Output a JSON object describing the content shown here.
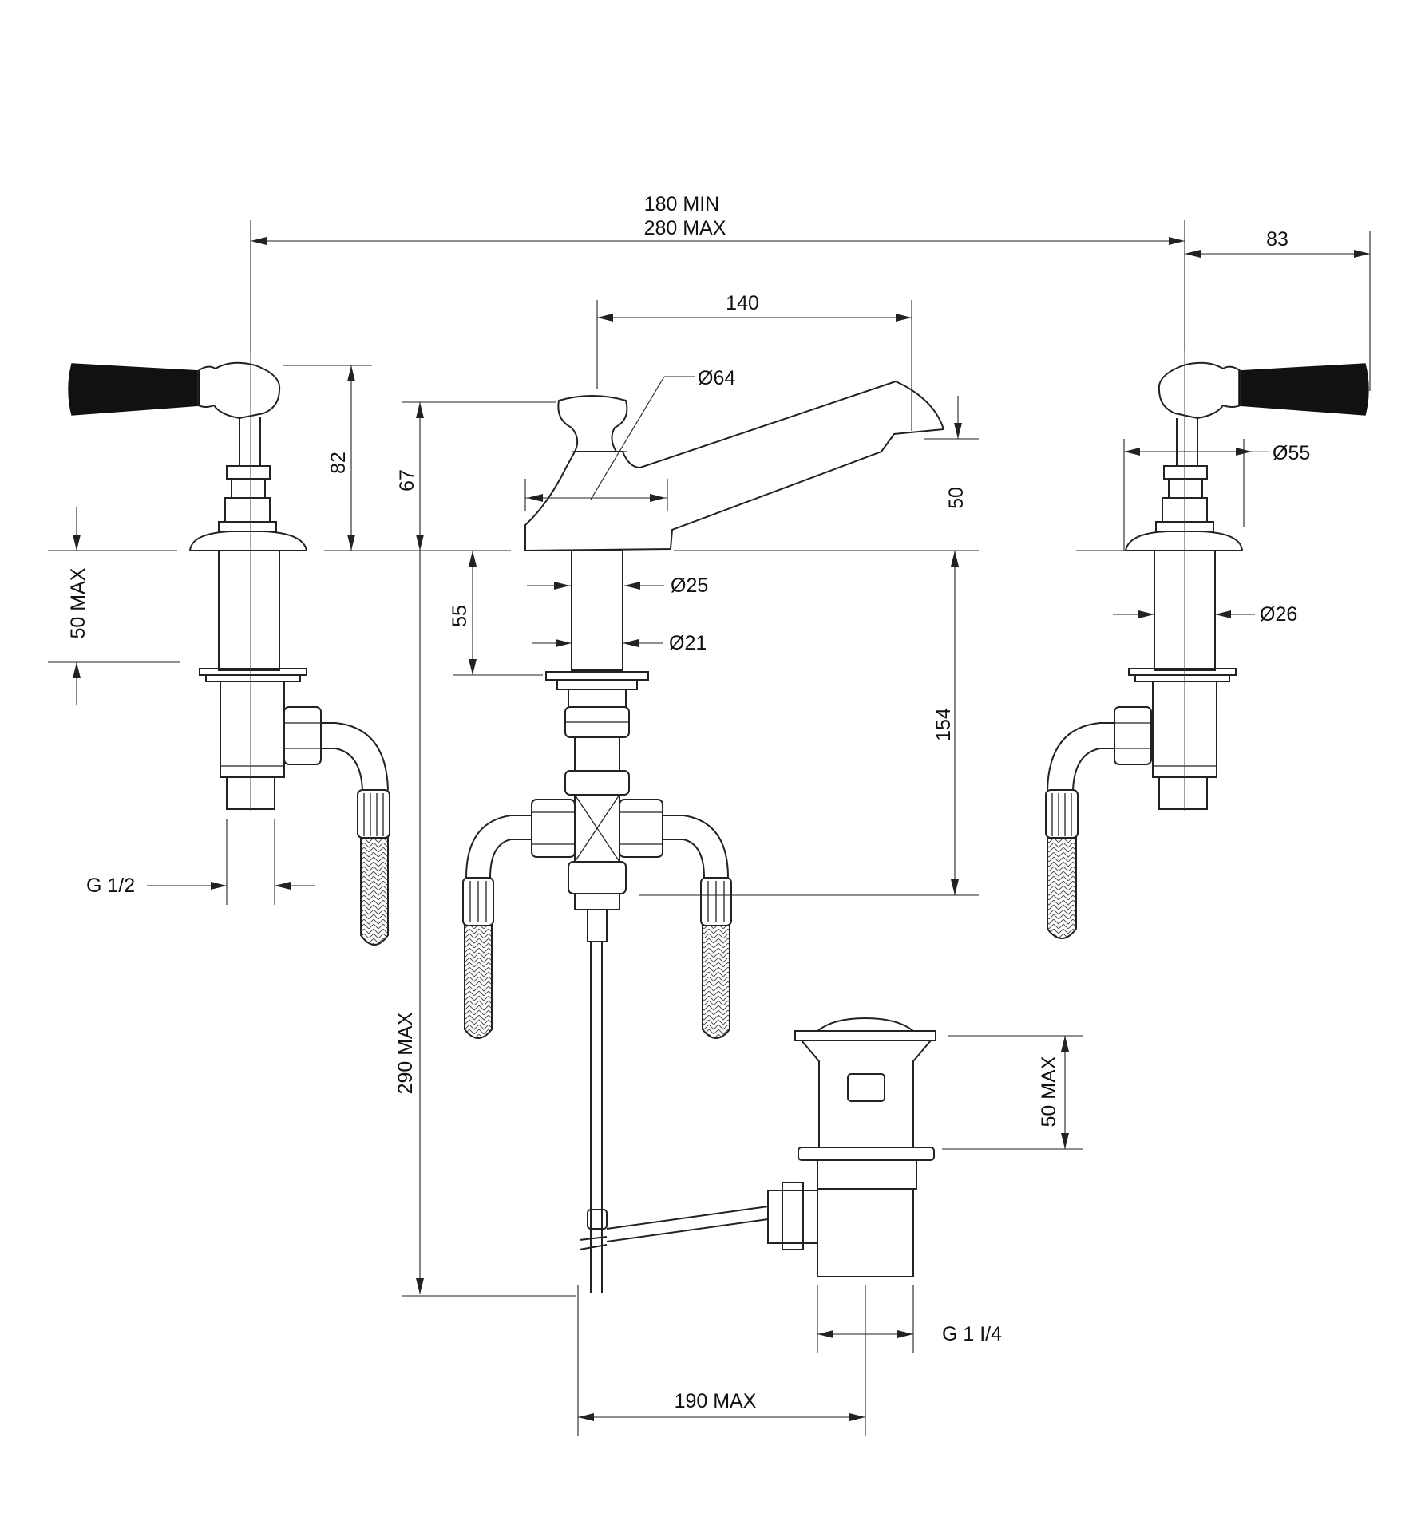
{
  "labels": {
    "span_min": "180 MIN",
    "span_max": "280 MAX",
    "right_offset": "83",
    "spout_reach": "140",
    "body_dia": "Ø64",
    "left_handle_height": "82",
    "body_height": "67",
    "spout_height": "50",
    "flange_dia": "Ø55",
    "left_deck_max": "50 MAX",
    "shank_depth": "55",
    "shank_outer_dia": "Ø25",
    "shank_inner_dia": "Ø21",
    "shank_right_dia": "Ø26",
    "body_depth": "154",
    "inlet_thread": "G 1/2",
    "total_depth_max": "290 MAX",
    "waste_deck_max": "50 MAX",
    "waste_thread": "G 1 I/4",
    "waste_offset_max": "190 MAX"
  },
  "colors": {
    "line": "#222222",
    "handle": "#111111",
    "background": "#ffffff"
  }
}
